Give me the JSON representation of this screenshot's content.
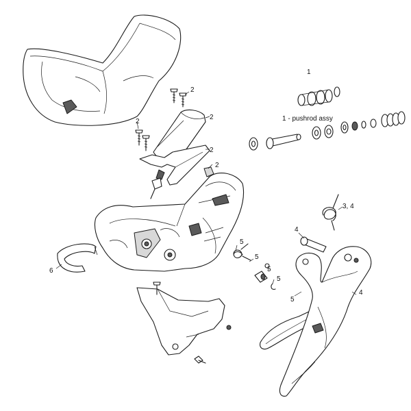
{
  "labels": {
    "hood": "",
    "pushrod_num": "1",
    "pushrod_caption": "1 - pushrod assy",
    "screws_top": "2",
    "cap_top": "2",
    "screws_left": "2",
    "bracket": "2",
    "clip_right": "2",
    "spring": "3, 4",
    "pin": "4",
    "lever": "4",
    "blade": "5",
    "spring_small": "5",
    "detent": "5",
    "nut_small": "5",
    "clip_small": "5",
    "clamp": "6"
  },
  "colors": {
    "line": "#1a1a1a",
    "background": "#ffffff",
    "fill_light": "#d8d8d8",
    "fill_dark": "#5a5a5a"
  }
}
